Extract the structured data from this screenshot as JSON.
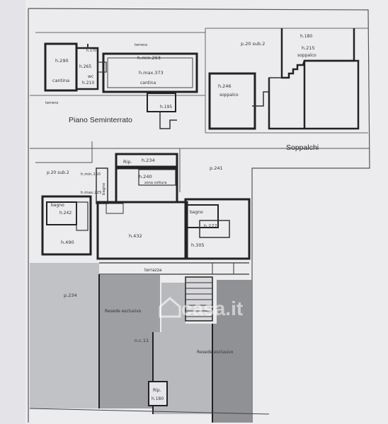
{
  "plan": {
    "title_basement": "Piano Seminterrato",
    "title_mezzanine": "Soppalchi",
    "labels": {
      "h290": "h.290",
      "cantina_small": "cantina",
      "h265": "h.265",
      "wc": "wc",
      "h210": "h.210",
      "h170": "h.170",
      "hmin": "h.min.263",
      "hmax": "h.max.373",
      "cantina_big": "cantina",
      "h195": "h.195",
      "terreno1": "terreno",
      "terreno2": "terreno",
      "p20sub2_top": "p.20 sub.2",
      "h180_top": "h.180",
      "h215": "h.215",
      "soppalco1": "soppalco",
      "h246": "h.246",
      "soppalco2": "soppalco",
      "rip_top": "Rip.",
      "h234_top": "h.234",
      "p241": "p.241",
      "p20sub2_mid": "p.20 sub.2",
      "hmin150": "h.min.150",
      "h240": "h.240",
      "zona_cottura": "zona cottura",
      "hmax225": "h.max.225",
      "bagno_v": "bagno",
      "bagno_left": "bagno",
      "h242": "h.242",
      "h490": "h.490",
      "h432": "h.432",
      "bagno_right": "bagno",
      "h277": "h.277",
      "h305": "h.305",
      "terrazza": "terrazza",
      "p234": "p.234",
      "resede1": "Resede esclusivo",
      "nc11": "n.c.11",
      "resede2": "Resede esclusivo",
      "rip_bottom": "Rip.",
      "h180_bottom": "h.180"
    },
    "watermark": "casa.it"
  }
}
